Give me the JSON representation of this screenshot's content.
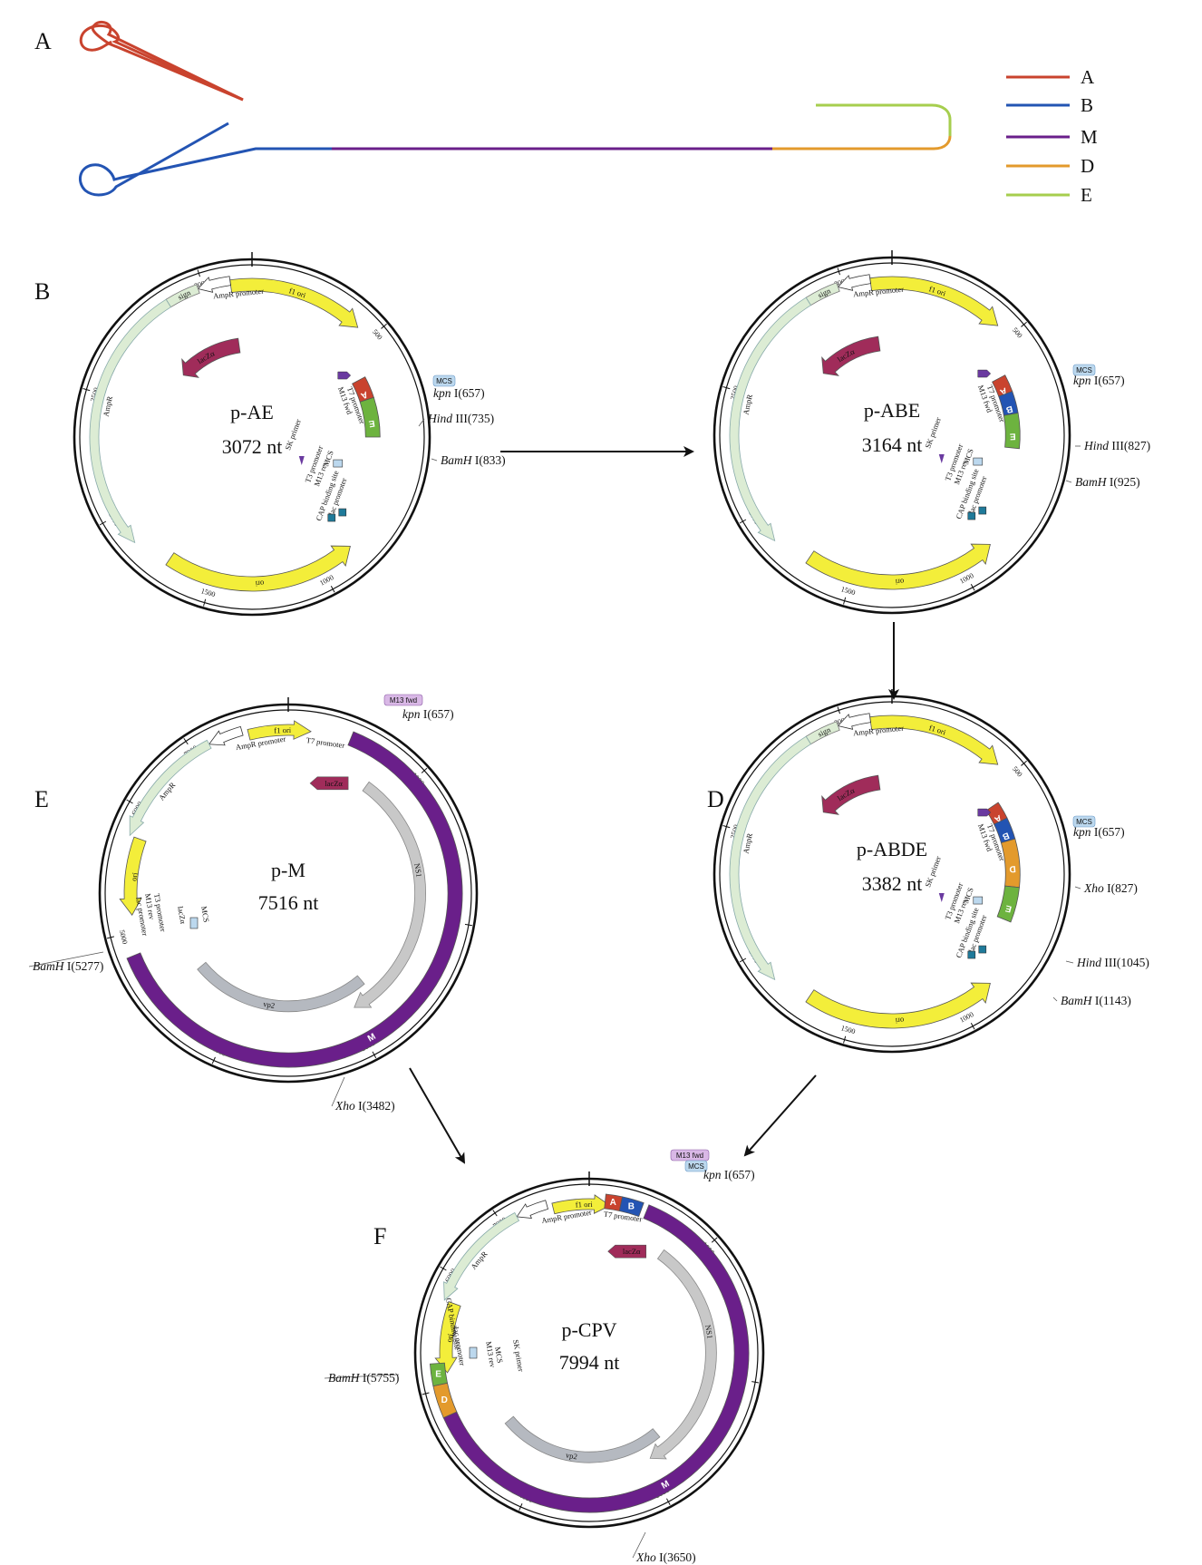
{
  "panels": {
    "a": "A",
    "b": "B",
    "c_missing": "",
    "d": "D",
    "e": "E",
    "f": "F"
  },
  "legend": [
    {
      "label": "A",
      "color": "#c9432e"
    },
    {
      "label": "B",
      "color": "#2354b3"
    },
    {
      "label": "M",
      "color": "#6a1f8a"
    },
    {
      "label": "D",
      "color": "#e39a2c"
    },
    {
      "label": "E",
      "color": "#a6ce4e"
    }
  ],
  "plasmids": {
    "pAE": {
      "name": "p-AE",
      "size": "3072 nt",
      "ticks": [
        "3000",
        "500",
        "1000",
        "1500",
        "2000",
        "2500"
      ],
      "features": [
        "f1 ori",
        "AmpR promoter",
        "sign",
        "AmpR",
        "ori",
        "lacZα",
        "M13 fwd",
        "T7 promoter",
        "SK primer",
        "T3 promoter",
        "M13 rev",
        "MCS",
        "CAP binding site",
        "lac promoter"
      ],
      "segments": [
        "A",
        "E"
      ],
      "sites": [
        {
          "italic": "kpn",
          "rest": " I(657)"
        },
        {
          "italic": "Hind",
          "rest": " III(735)"
        },
        {
          "italic": "BamH",
          "rest": " I(833)"
        }
      ],
      "mcs_box": "MCS"
    },
    "pABE": {
      "name": "p-ABE",
      "size": "3164 nt",
      "ticks": [
        "3000",
        "500",
        "1000",
        "1500",
        "2000",
        "2500"
      ],
      "features": [
        "f1 ori",
        "AmpR promoter",
        "sign",
        "AmpR",
        "ori",
        "lacZα",
        "M13 fwd",
        "T7 promoter",
        "SK primer",
        "T3 promoter",
        "M13 rev",
        "MCS",
        "CAP binding site",
        "lac promoter"
      ],
      "segments": [
        "A",
        "B",
        "E"
      ],
      "sites": [
        {
          "italic": "kpn",
          "rest": " I(657)"
        },
        {
          "italic": "Hind",
          "rest": " III(827)"
        },
        {
          "italic": "BamH",
          "rest": " I(925)"
        }
      ],
      "mcs_box": "MCS"
    },
    "pABDE": {
      "name": "p-ABDE",
      "size": "3382 nt",
      "ticks": [
        "3000",
        "500",
        "1000",
        "1500",
        "2000",
        "2500"
      ],
      "features": [
        "f1 ori",
        "AmpR promoter",
        "sign",
        "AmpR",
        "ori",
        "lacZα",
        "M13 fwd",
        "T7 promoter",
        "SK primer",
        "T3 promoter",
        "M13 rev",
        "MCS",
        "CAP binding site",
        "lac promoter"
      ],
      "segments": [
        "A",
        "B",
        "D",
        "E"
      ],
      "sites": [
        {
          "italic": "kpn",
          "rest": " I(657)"
        },
        {
          "italic": "Xho",
          "rest": " I(827)"
        },
        {
          "italic": "Hind",
          "rest": " III(1045)"
        },
        {
          "italic": "BamH",
          "rest": " I(1143)"
        }
      ],
      "mcs_box": "MCS"
    },
    "pM": {
      "name": "p-M",
      "size": "7516 nt",
      "ticks": [
        "7000",
        "1000",
        "2000",
        "3000",
        "4000",
        "5000",
        "6000"
      ],
      "features": [
        "f1 ori",
        "AmpR promoter",
        "AmpR",
        "ori",
        "lacZα",
        "T7 promoter",
        "MCS",
        "NS1",
        "vp2",
        "M",
        "lac promoter",
        "M13 rev",
        "T3 promoter",
        "lacZα",
        "MCS"
      ],
      "sites": [
        {
          "italic": "kpn",
          "rest": " I(657)"
        },
        {
          "italic": "BamH",
          "rest": " I(5277)"
        },
        {
          "italic": "Xho",
          "rest": " I(3482)"
        }
      ],
      "m13_box": "M13 fwd"
    },
    "pCPV": {
      "name": "p-CPV",
      "size": "7994 nt",
      "ticks": [
        "7000",
        "1000",
        "2000",
        "3000",
        "4000",
        "5000",
        "6000"
      ],
      "features": [
        "f1 ori",
        "AmpR promoter",
        "AmpR",
        "ori",
        "lacZα",
        "T7 promoter",
        "NS1",
        "vp2",
        "M",
        "CAP binding site",
        "lac promoter",
        "M13 rev",
        "MCS",
        "SK primer"
      ],
      "segments": [
        "A",
        "B",
        "D",
        "E"
      ],
      "sites": [
        {
          "italic": "kpn",
          "rest": " I(657)"
        },
        {
          "italic": "BamH",
          "rest": " I(5755)"
        },
        {
          "italic": "Xho",
          "rest": " I(3650)"
        }
      ],
      "m13_box": "M13 fwd",
      "mcs_box": "MCS"
    }
  }
}
